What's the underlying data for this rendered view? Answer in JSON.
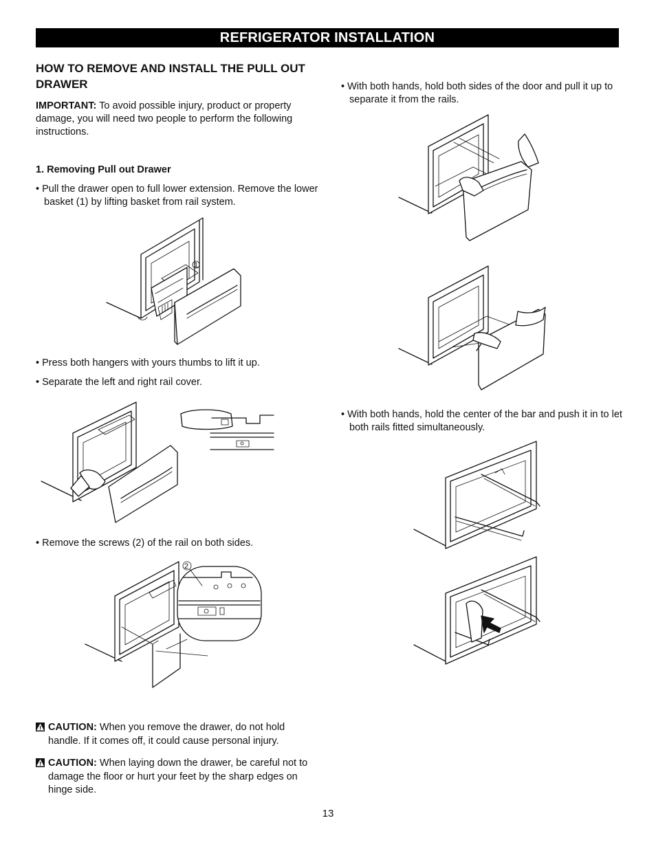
{
  "banner": "REFRIGERATOR INSTALLATION",
  "section_title": "HOW TO REMOVE AND INSTALL THE PULL OUT DRAWER",
  "important_label": "IMPORTANT:",
  "important_text": "To avoid possible injury, product or property damage, you will need two people to perform the following instructions.",
  "step1_heading": "1. Removing Pull out Drawer",
  "bullets_left": [
    "Pull the drawer open to full lower extension. Remove the lower basket (1) by lifting basket from rail system.",
    "Press both hangers with yours thumbs to lift it up.",
    "Separate the left and right rail cover.",
    "Remove the screws (2) of the rail on both sides."
  ],
  "bullets_right": [
    "With both hands, hold both sides of the door and pull it up to separate it from the rails.",
    "With both hands, hold the center of the bar and push it in to let both rails fitted simultaneously."
  ],
  "cautions": [
    {
      "label": "CAUTION:",
      "text": "When you remove the drawer, do not hold handle. If it comes off, it could cause personal injury."
    },
    {
      "label": "CAUTION:",
      "text": "When laying down the drawer, be careful not to damage the floor or hurt your feet by the sharp edges on hinge side."
    }
  ],
  "callout_1": "1",
  "callout_2": "2",
  "page_number": "13"
}
